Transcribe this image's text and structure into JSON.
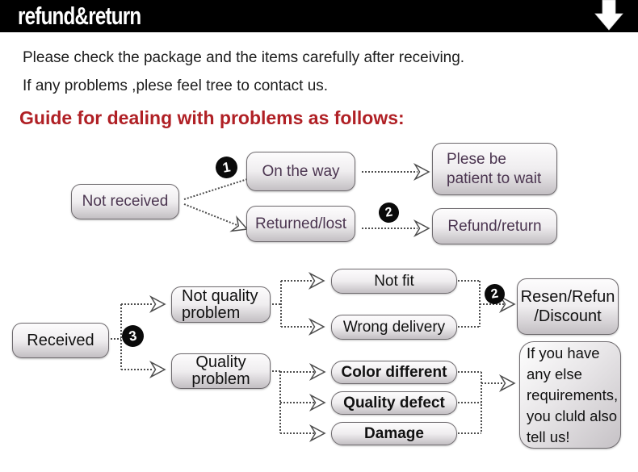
{
  "colors": {
    "header_bg": "#000000",
    "heading_red": "#b02025",
    "flow1_text_purple": "#4b3550",
    "box_border": "#6e6a6e",
    "connector": "#4d4d4d"
  },
  "header": {
    "title": "refund&return",
    "arrow_icon": "down-arrow"
  },
  "intro": {
    "line1": "Please check the package and the items carefully after receiving.",
    "line2": "If any problems ,plese feel tree to contact us."
  },
  "heading": {
    "text": "Guide for dealing with problems as follows:"
  },
  "flow1": {
    "not_received": "Not received",
    "badge1": "1",
    "on_the_way": "On the way",
    "patient_line1": "Plese be",
    "patient_line2": "patient to wait",
    "returned_lost": "Returned/lost",
    "badge2": "2",
    "refund_return": "Refund/return"
  },
  "flow2": {
    "received": "Received",
    "badge3": "3",
    "not_quality_line1": "Not quality",
    "not_quality_line2": "problem",
    "quality_line1": "Quality",
    "quality_line2": "problem",
    "not_fit": "Not fit",
    "wrong_delivery": "Wrong delivery",
    "color_different": "Color different",
    "quality_defect": "Quality defect",
    "damage": "Damage",
    "badge2b": "2",
    "resen_line1": "Resen/Refun",
    "resen_line2": "/Discount",
    "extra_line1": "If you have",
    "extra_line2": "any else",
    "extra_line3": "requirements,",
    "extra_line4": "you cluld also",
    "extra_line5": "tell us!"
  }
}
